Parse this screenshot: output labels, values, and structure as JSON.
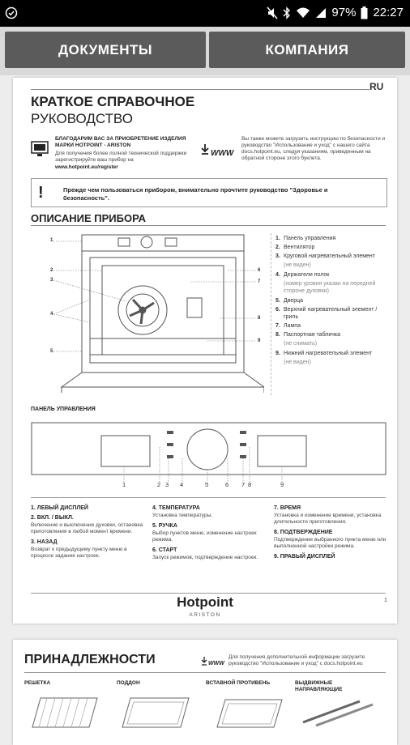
{
  "status": {
    "battery": "97%",
    "time": "22:27"
  },
  "nav": {
    "docs_label": "ДОКУМЕНТЫ",
    "company_label": "КОМПАНИЯ"
  },
  "page1": {
    "lang": "RU",
    "title_line1": "КРАТКОЕ СПРАВОЧНОЕ",
    "title_line2": "РУКОВОДСТВО",
    "thanks_bold": "БЛАГОДАРИМ ВАС ЗА ПРИОБРЕТЕНИЕ ИЗДЕЛИЯ МАРКИ HOTPOINT - ARISTON",
    "thanks_text": "Для получения более полной технической поддержки зарегистрируйте ваш прибор на",
    "thanks_link": "www.hotpoint.eu/register",
    "www_text": "Вы также можете загрузить инструкцию по безопасности и руководство \"Использование и уход\" с нашего сайта docs.hotpoint.eu, следуя указаниям, приведенным на обратной стороне этого буклета.",
    "warning": "Прежде чем пользоваться прибором, внимательно прочтите руководство \"Здоровье и безопасность\".",
    "section_title": "ОПИСАНИЕ ПРИБОРА",
    "parts": [
      {
        "n": "1.",
        "t": "Панель управления"
      },
      {
        "n": "2.",
        "t": "Вентилятор"
      },
      {
        "n": "3.",
        "t": "Круговой нагревательный элемент"
      },
      {
        "n": "",
        "t": "(не виден)"
      },
      {
        "n": "4.",
        "t": "Держатели полок"
      },
      {
        "n": "",
        "t": "(номер уровня указан на передней стороне духовки)"
      },
      {
        "n": "5.",
        "t": "Дверца"
      },
      {
        "n": "6.",
        "t": "Верхний нагревательный элемент / гриль"
      },
      {
        "n": "7.",
        "t": "Лампа"
      },
      {
        "n": "8.",
        "t": "Паспортная табличка"
      },
      {
        "n": "",
        "t": "(не снимать)"
      },
      {
        "n": "9.",
        "t": "Нижний нагревательный элемент"
      },
      {
        "n": "",
        "t": "(не виден)"
      }
    ],
    "diagram_labels": [
      "1",
      "2",
      "3",
      "4",
      "5",
      "6",
      "7",
      "8",
      "9"
    ],
    "panel_title": "ПАНЕЛЬ УПРАВЛЕНИЯ",
    "panel_nums": [
      "1",
      "2",
      "3",
      "4",
      "5",
      "6",
      "7",
      "8",
      "9"
    ],
    "col1": [
      {
        "h": "1. ЛЕВЫЙ ДИСПЛЕЙ",
        "t": ""
      },
      {
        "h": "2. ВКЛ. / ВЫКЛ.",
        "t": "Включение и выключение духовки, остановка приготовления в любой момент времени."
      },
      {
        "h": "3. НАЗАД",
        "t": "Возврат к предыдущему пункту меню в процессе задания настроек."
      }
    ],
    "col2": [
      {
        "h": "4. ТЕМПЕРАТУРА",
        "t": "Установка температуры."
      },
      {
        "h": "5. РУЧКА",
        "t": "Выбор пунктов меню, изменение настроек режима."
      },
      {
        "h": "6. СТАРТ",
        "t": "Запуск режимов, подтверждение настроек."
      }
    ],
    "col3": [
      {
        "h": "7. ВРЕМЯ",
        "t": "Установка и изменение времени, установка длительности приготовления."
      },
      {
        "h": "8. ПОДТВЕРЖДЕНИЕ",
        "t": "Подтверждение выбранного пункта меню или выполненной настройки режима."
      },
      {
        "h": "9. ПРАВЫЙ ДИСПЛЕЙ",
        "t": ""
      }
    ],
    "page_num": "1",
    "brand": "Hotpoint",
    "brand_sub": "ARISTON"
  },
  "page2": {
    "title": "ПРИНАДЛЕЖНОСТИ",
    "info": "Для получения дополнительной информации загрузите руководство \"Использование и уход\" с docs.hotpoint.eu",
    "acc": [
      "РЕШЕТКА",
      "ПОДДОН",
      "ВСТАВНОЙ ПРОТИВЕНЬ",
      "ВЫДВИЖНЫЕ НАПРАВЛЯЮЩИЕ"
    ]
  }
}
